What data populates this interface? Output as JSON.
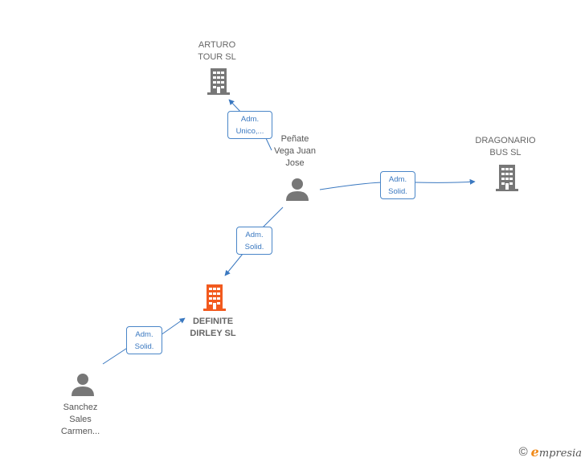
{
  "nodes": {
    "arturo": {
      "label": "ARTURO\nTOUR  SL",
      "type": "company",
      "icon": "building-icon"
    },
    "penate": {
      "label": "Peñate\nVega Juan\nJose",
      "type": "person",
      "icon": "person-icon"
    },
    "dragonario": {
      "label": "DRAGONARIO\nBUS SL",
      "type": "company",
      "icon": "building-icon"
    },
    "definite": {
      "label": "DEFINITE\nDIRLEY  SL",
      "type": "company-highlight",
      "icon": "building-icon"
    },
    "sanchez": {
      "label": "Sanchez\nSales\nCarmen...",
      "type": "person",
      "icon": "person-icon"
    }
  },
  "edges": {
    "penate_arturo": {
      "label": "Adm.\nUnico,..."
    },
    "penate_dragonario": {
      "label": "Adm.\nSolid."
    },
    "penate_definite": {
      "label": "Adm.\nSolid."
    },
    "sanchez_definite": {
      "label": "Adm.\nSolid."
    }
  },
  "colors": {
    "edge": "#3a78c0",
    "company_icon": "#777777",
    "highlight_icon": "#f25a1e",
    "person_icon": "#777777"
  },
  "footer": {
    "copyright": "©",
    "brand_initial": "e",
    "brand_rest": "mpresia"
  }
}
